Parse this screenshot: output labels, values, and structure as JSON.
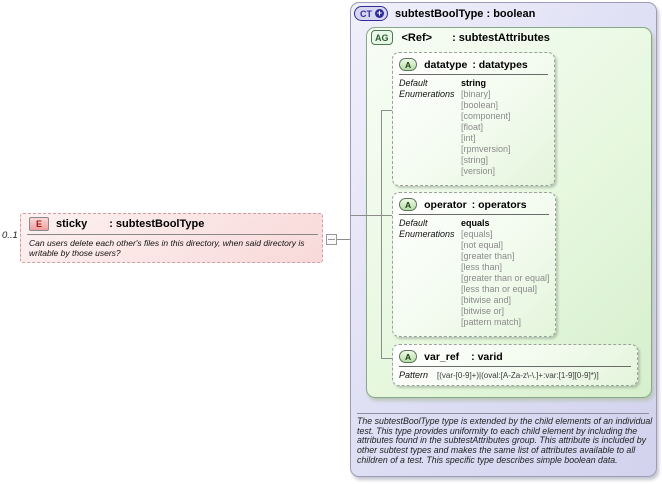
{
  "complex_type": {
    "badge": "CT",
    "plus_icon": "+",
    "title": "subtestBoolType : boolean",
    "attribute_group": {
      "badge": "AG",
      "name": "<Ref>",
      "type": ": subtestAttributes",
      "attributes": [
        {
          "badge": "A",
          "name": "datatype",
          "type": ": datatypes",
          "default_label": "Default",
          "default_value": "string",
          "enumerations_label": "Enumerations",
          "enumerations": [
            "[binary]",
            "[boolean]",
            "[component]",
            "[float]",
            "[int]",
            "[rpmversion]",
            "[string]",
            "[version]"
          ]
        },
        {
          "badge": "A",
          "name": "operator",
          "type": ": operators",
          "default_label": "Default",
          "default_value": "equals",
          "enumerations_label": "Enumerations",
          "enumerations": [
            "[equals]",
            "[not equal]",
            "[greater than]",
            "[less than]",
            "[greater than or equal]",
            "[less than or equal]",
            "[bitwise and]",
            "[bitwise or]",
            "[pattern match]"
          ]
        },
        {
          "badge": "A",
          "name": "var_ref",
          "type": ": varid",
          "pattern_label": "Pattern",
          "pattern_value": "[(var-[0-9]+)|(oval:[A-Za-z\\-\\.]+:var:[1-9][0-9]*)]"
        }
      ]
    },
    "documentation": "The subtestBoolType type is extended by the child elements of an individual test.  This type provides uniformity to each child element by including the attributes found in the subtestAttributes group.  This attribute is included by other subtest types and makes the same list of attributes available to all children of a test.  This specific type describes simple boolean data."
  },
  "element": {
    "cardinality": "0..1",
    "badge": "E",
    "name": "sticky",
    "type": ": subtestBoolType",
    "annotation": "Can users delete each other's files in this directory, when said directory is writable by those users?"
  }
}
